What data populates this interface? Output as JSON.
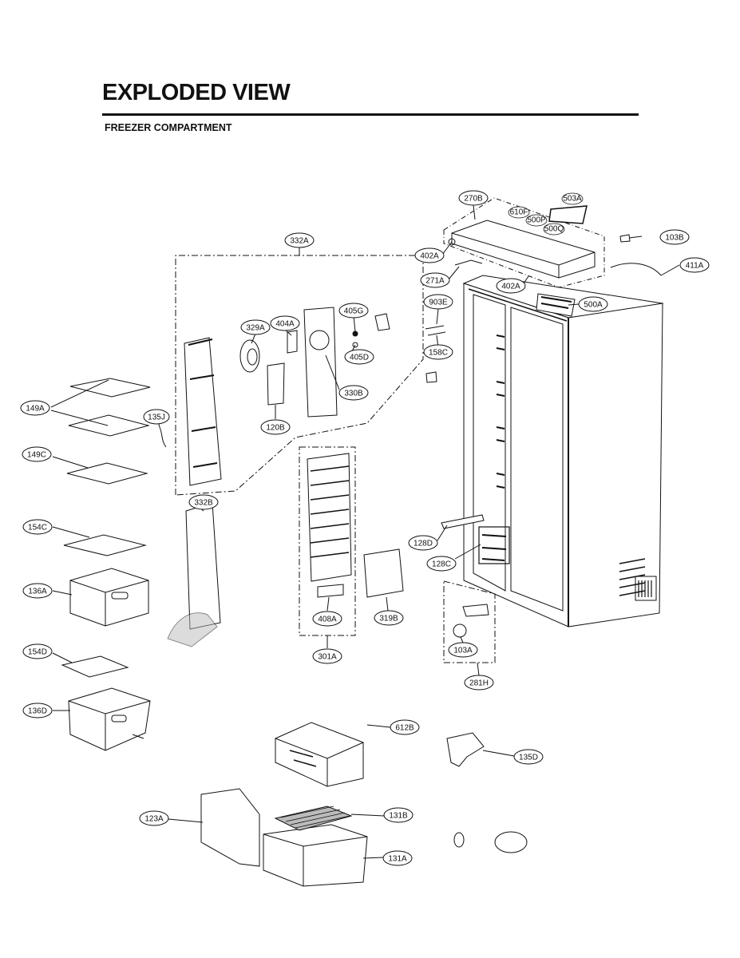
{
  "header": {
    "title": "EXPLODED VIEW",
    "subtitle": "FREEZER COMPARTMENT"
  },
  "colors": {
    "ink": "#111111",
    "paper": "#ffffff",
    "shade": "#bbbbbb"
  },
  "labels": [
    {
      "id": "p270B",
      "text": "270B"
    },
    {
      "id": "p503A",
      "text": "503A"
    },
    {
      "id": "p610F",
      "text": "610F"
    },
    {
      "id": "p500P",
      "text": "500P"
    },
    {
      "id": "p500Q",
      "text": "500Q"
    },
    {
      "id": "p103B",
      "text": "103B"
    },
    {
      "id": "p411A",
      "text": "411A"
    },
    {
      "id": "p402A1",
      "text": "402A"
    },
    {
      "id": "p402A2",
      "text": "402A"
    },
    {
      "id": "p271A",
      "text": "271A"
    },
    {
      "id": "p903E",
      "text": "903E"
    },
    {
      "id": "p500A",
      "text": "500A"
    },
    {
      "id": "p158C",
      "text": "158C"
    },
    {
      "id": "p332A",
      "text": "332A"
    },
    {
      "id": "p329A",
      "text": "329A"
    },
    {
      "id": "p404A",
      "text": "404A"
    },
    {
      "id": "p405G",
      "text": "405G"
    },
    {
      "id": "p405D",
      "text": "405D"
    },
    {
      "id": "p330B",
      "text": "330B"
    },
    {
      "id": "p120B",
      "text": "120B"
    },
    {
      "id": "p135J",
      "text": "135J"
    },
    {
      "id": "p149A",
      "text": "149A"
    },
    {
      "id": "p149C",
      "text": "149C"
    },
    {
      "id": "p332B",
      "text": "332B"
    },
    {
      "id": "p154C",
      "text": "154C"
    },
    {
      "id": "p136A",
      "text": "136A"
    },
    {
      "id": "p154D",
      "text": "154D"
    },
    {
      "id": "p136D",
      "text": "136D"
    },
    {
      "id": "p408A",
      "text": "408A"
    },
    {
      "id": "p319B",
      "text": "319B"
    },
    {
      "id": "p301A",
      "text": "301A"
    },
    {
      "id": "p128D",
      "text": "128D"
    },
    {
      "id": "p128C",
      "text": "128C"
    },
    {
      "id": "p103A",
      "text": "103A"
    },
    {
      "id": "p281H",
      "text": "281H"
    },
    {
      "id": "p612B",
      "text": "612B"
    },
    {
      "id": "p135D",
      "text": "135D"
    },
    {
      "id": "p123A",
      "text": "123A"
    },
    {
      "id": "p131B",
      "text": "131B"
    },
    {
      "id": "p131A",
      "text": "131A"
    }
  ]
}
